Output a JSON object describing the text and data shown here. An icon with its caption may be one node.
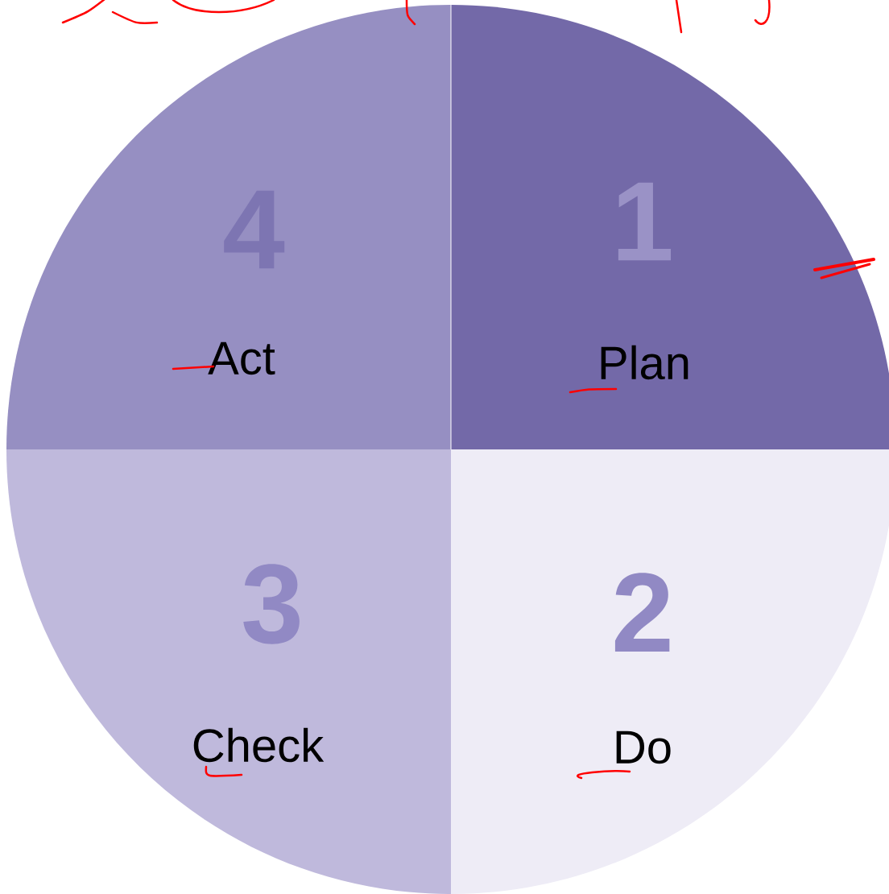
{
  "diagram": {
    "nodes": [
      {
        "text": [
          "4",
          "Act"
        ]
      },
      {
        "text": [
          "1",
          "Plan"
        ]
      },
      {
        "text": [
          "3",
          "Check"
        ]
      },
      {
        "text": [
          "2",
          "Do"
        ]
      }
    ]
  }
}
